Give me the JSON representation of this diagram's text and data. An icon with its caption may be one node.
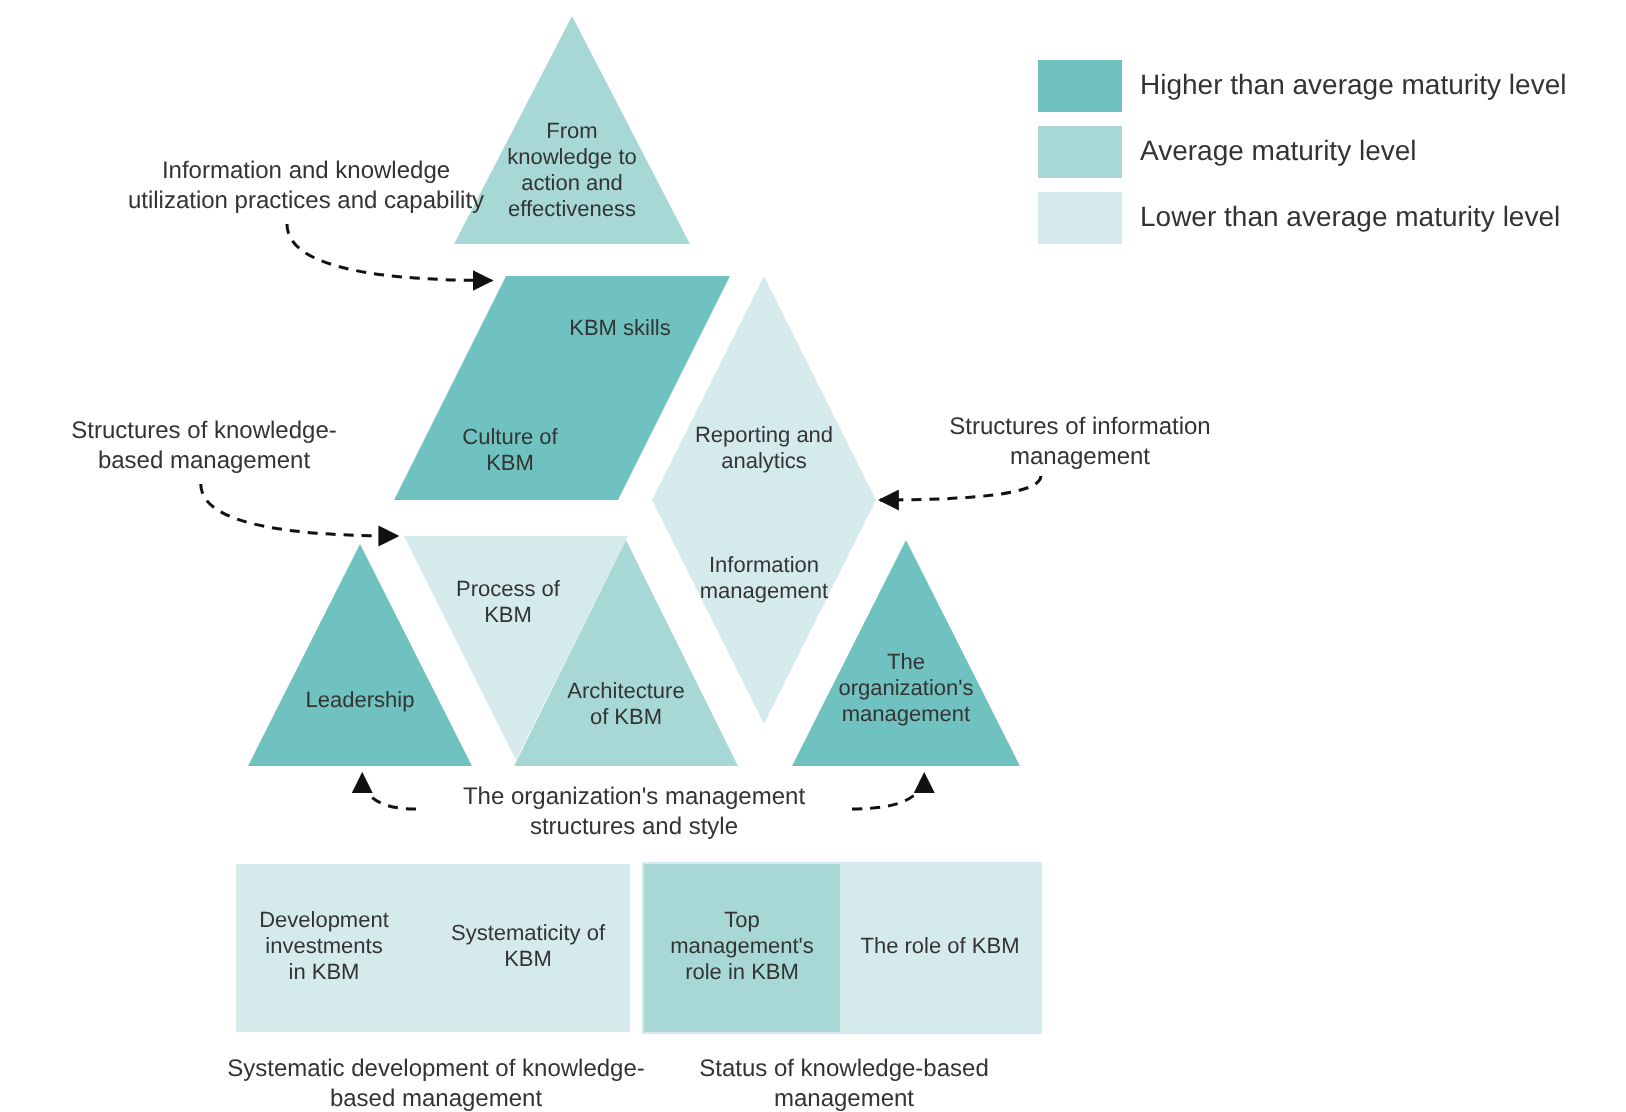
{
  "diagram": {
    "nodes": [
      {
        "text": [
          "From knowledge to action and effectiveness"
        ]
      },
      {
        "text": [
          "Information and knowledge utilization practices and capability"
        ]
      },
      {
        "text": [
          "KBM skills",
          "Culture of KBM"
        ]
      },
      {
        "text": [
          "Reporting and analytics",
          "Information management"
        ]
      },
      {
        "text": [
          "Structures of information management"
        ]
      },
      {
        "text": [
          "Structures of knowledge-based management"
        ]
      },
      {
        "text": [
          "Process of KBM"
        ]
      },
      {
        "text": [
          "Leadership"
        ]
      },
      {
        "text": [
          "Architecture of KBM"
        ]
      },
      {
        "text": [
          "The organization's management"
        ]
      },
      {
        "text": [
          "The organization's management structures and style"
        ]
      },
      {
        "text": [
          "Development investments in KBM",
          "Systematicity of KBM"
        ],
        "beside": [
          "Systematic development of knowledge-based management"
        ]
      },
      {
        "text": [],
        "shape": "box",
        "beside": [
          "Status of knowledge-based management"
        ]
      },
      {
        "text": [
          "Top management's role in KBM"
        ],
        "in": 12
      },
      {
        "text": [
          "The role of KBM"
        ],
        "in": 12
      }
    ],
    "edges": [
      {
        "from": 1,
        "to": 2,
        "arrow": "to",
        "style": "dashed"
      },
      {
        "from": 4,
        "to": 3,
        "arrow": "to",
        "style": "dashed"
      },
      {
        "from": 5,
        "to": 6,
        "arrow": "to",
        "style": "dashed"
      },
      {
        "from": 10,
        "to": 7,
        "arrow": "to",
        "style": "dashed"
      },
      {
        "from": 10,
        "to": 9,
        "arrow": "to",
        "style": "dashed"
      }
    ],
    "legend": [
      {
        "text": "Higher than average maturity level",
        "color": "#6fc2bf"
      },
      {
        "text": "Average maturity level",
        "color": "#a7d8d6"
      },
      {
        "text": "Lower than average maturity level",
        "color": "#d5ebeb"
      }
    ]
  }
}
